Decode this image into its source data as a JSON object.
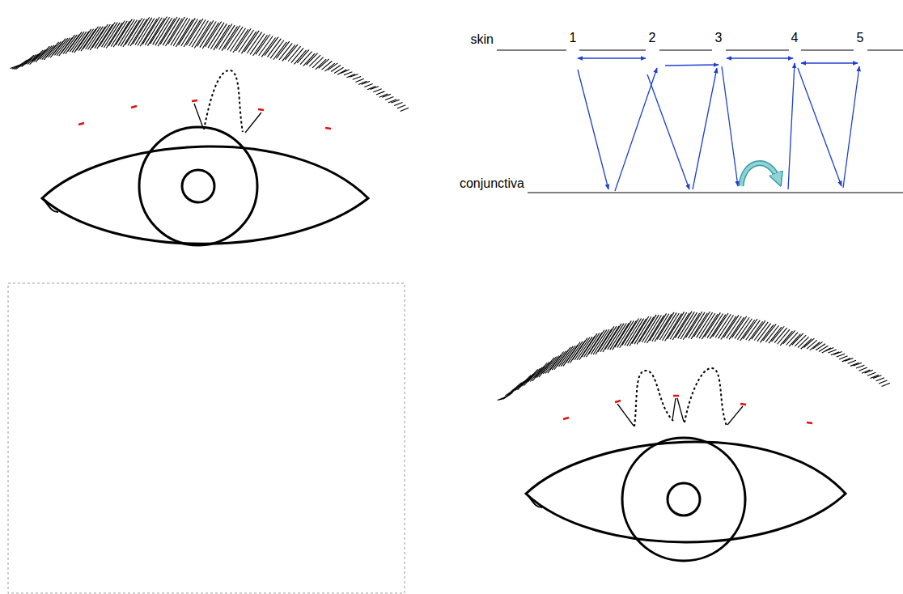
{
  "diagram": {
    "labels": [
      "skin",
      "1",
      "2",
      "3",
      "4",
      "5",
      "conjunctiva"
    ]
  }
}
